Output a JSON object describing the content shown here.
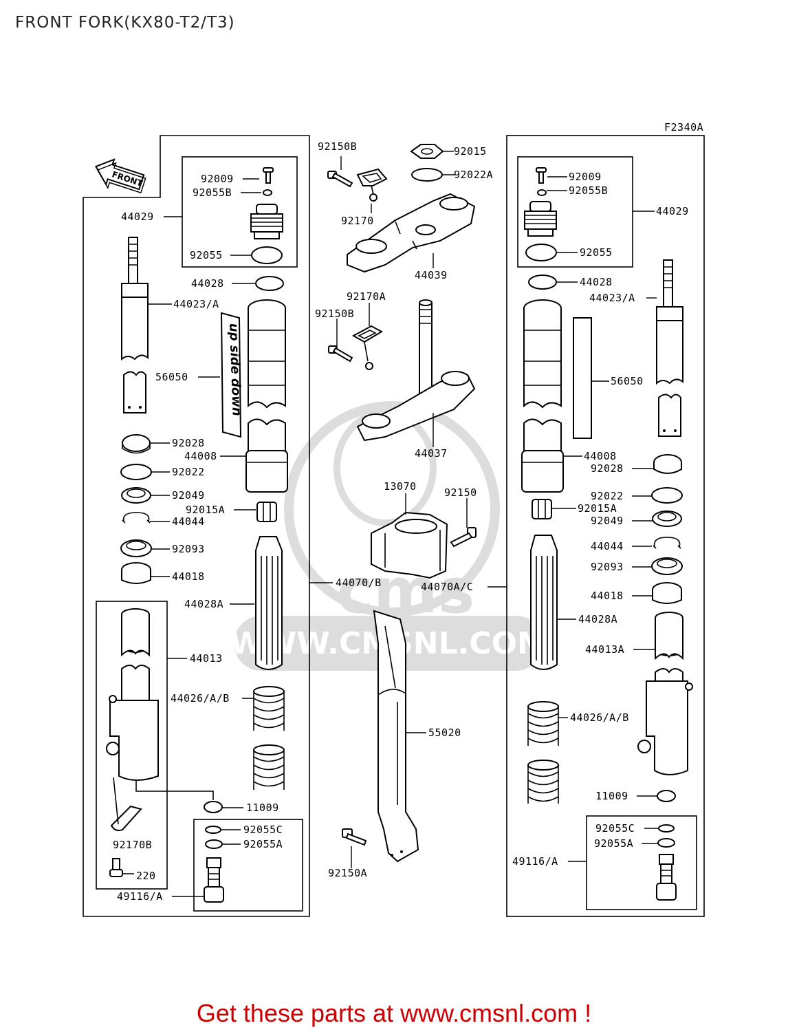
{
  "page": {
    "title": "FRONT FORK(KX80-T2/T3)",
    "footer": "Get these parts at www.cmsnl.com !"
  },
  "diagram": {
    "code": "F2340A",
    "front_arrow": "FRONT",
    "watermark": "WWW.CMSNL.COM",
    "sticker_text": "up side down",
    "labels": {
      "l_92009": "92009",
      "l_92055B": "92055B",
      "l_44029": "44029",
      "l_92055": "92055",
      "l_44028": "44028",
      "l_44023A": "44023/A",
      "l_56050": "56050",
      "l_92028": "92028",
      "l_44008": "44008",
      "l_92022": "92022",
      "l_92049": "92049",
      "l_92015A": "92015A",
      "l_44044": "44044",
      "l_92093": "92093",
      "l_44018": "44018",
      "l_44028A": "44028A",
      "l_44070B": "44070/B",
      "l_44013": "44013",
      "l_44026AB": "44026/A/B",
      "l_11009": "11009",
      "l_92055C": "92055C",
      "l_92055A": "92055A",
      "l_92170B": "92170B",
      "l_220": "220",
      "l_49116A": "49116/A",
      "c_92150B_1": "92150B",
      "c_92015": "92015",
      "c_92022A": "92022A",
      "c_92170": "92170",
      "c_44039": "44039",
      "c_92170A": "92170A",
      "c_92150B_2": "92150B",
      "c_44037": "44037",
      "c_13070": "13070",
      "c_92150": "92150",
      "c_44070AC": "44070A/C",
      "c_55020": "55020",
      "c_92150A": "92150A",
      "r_92009": "92009",
      "r_92055B": "92055B",
      "r_44029": "44029",
      "r_92055": "92055",
      "r_44028": "44028",
      "r_44023A": "44023/A",
      "r_56050": "56050",
      "r_44008": "44008",
      "r_92028": "92028",
      "r_92022": "92022",
      "r_92015A": "92015A",
      "r_92049": "92049",
      "r_44044": "44044",
      "r_92093": "92093",
      "r_44018": "44018",
      "r_44028A": "44028A",
      "r_44013A": "44013A",
      "r_44026AB": "44026/A/B",
      "r_11009": "11009",
      "r_92055C": "92055C",
      "r_92055A": "92055A",
      "r_49116A": "49116/A"
    }
  }
}
